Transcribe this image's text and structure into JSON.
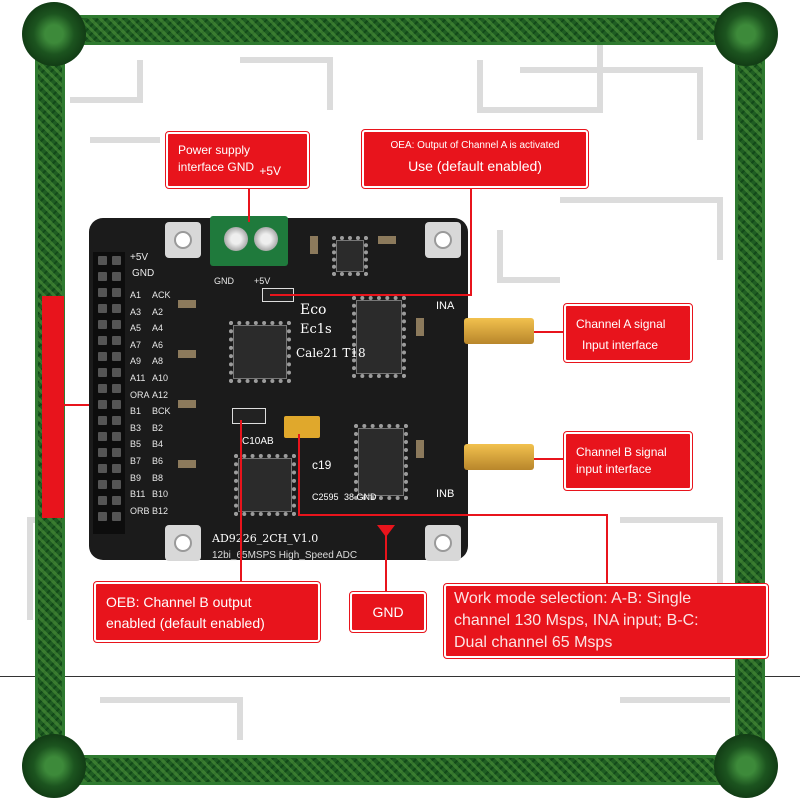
{
  "callouts": {
    "power_supply": {
      "line1": "Power supply",
      "line2": "interface GND",
      "extra": "+5V"
    },
    "oea": {
      "line1": "OEA: Output of Channel A is activated",
      "line2": "Use (default enabled)"
    },
    "channel_a": {
      "line1": "Channel A signal",
      "line2": "Input interface"
    },
    "channel_b": {
      "line1": "Channel B signal",
      "line2": "input interface"
    },
    "oeb": {
      "line1": "OEB: Channel B output",
      "line2": "enabled (default enabled)"
    },
    "gnd": {
      "text": "GND"
    },
    "work_mode": {
      "line1": "Work mode selection: A-B: Single",
      "line2": "channel 130 Msps, INA input; B-C:",
      "line3": "Dual channel 65 Msps"
    }
  },
  "board": {
    "header_top": "+5V",
    "header_gnd": "GND",
    "pin_labels_left": [
      "A1",
      "A3",
      "A5",
      "A7",
      "A9",
      "A11",
      "ORA",
      "B1",
      "B3",
      "B5",
      "B7",
      "B9",
      "B11",
      "ORB"
    ],
    "pin_labels_right": [
      "ACK",
      "A2",
      "A4",
      "A6",
      "A8",
      "A10",
      "A12",
      "BCK",
      "B2",
      "B4",
      "B6",
      "B8",
      "B10",
      "B12"
    ],
    "terminal_gnd": "GND",
    "terminal_5v": "+5V",
    "eco": "Eco",
    "ec1s": "Ec1s",
    "cale": "Cale21 T18",
    "ina": "INA",
    "inb": "INB",
    "c10ab": "C10AB",
    "c19": "c19",
    "c2595": "C2595",
    "gnd_small": "38 GND",
    "model": "AD9226_2CH_V1.0",
    "description": "12bi_65MSPS High_Speed ADC"
  },
  "colors": {
    "callout": "#e8141c",
    "garland": "#1f5d22",
    "pcb": "#1b1b1b",
    "terminal": "#1f7a3c"
  }
}
